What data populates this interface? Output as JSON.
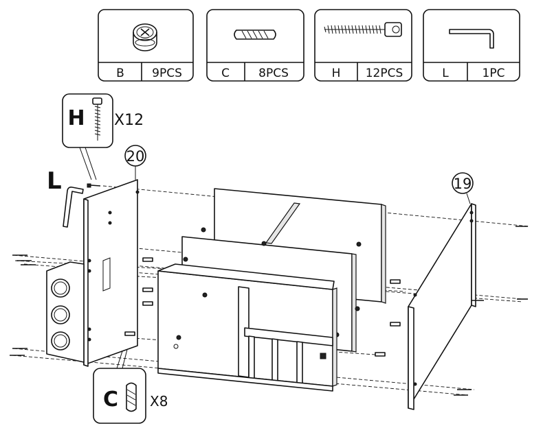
{
  "parts": [
    {
      "code": "B",
      "qty": "9PCS",
      "icon": "cam-lock-icon"
    },
    {
      "code": "C",
      "qty": "8PCS",
      "icon": "wooden-dowel-icon"
    },
    {
      "code": "H",
      "qty": "12PCS",
      "icon": "screw-icon"
    },
    {
      "code": "L",
      "qty": "1PC",
      "icon": "allen-key-icon"
    }
  ],
  "callouts": {
    "screw": {
      "code": "H",
      "count": "X12"
    },
    "dowel": {
      "code": "C",
      "count": "X8"
    },
    "key": {
      "code": "L"
    }
  },
  "panels": {
    "left": "20",
    "right": "19"
  }
}
